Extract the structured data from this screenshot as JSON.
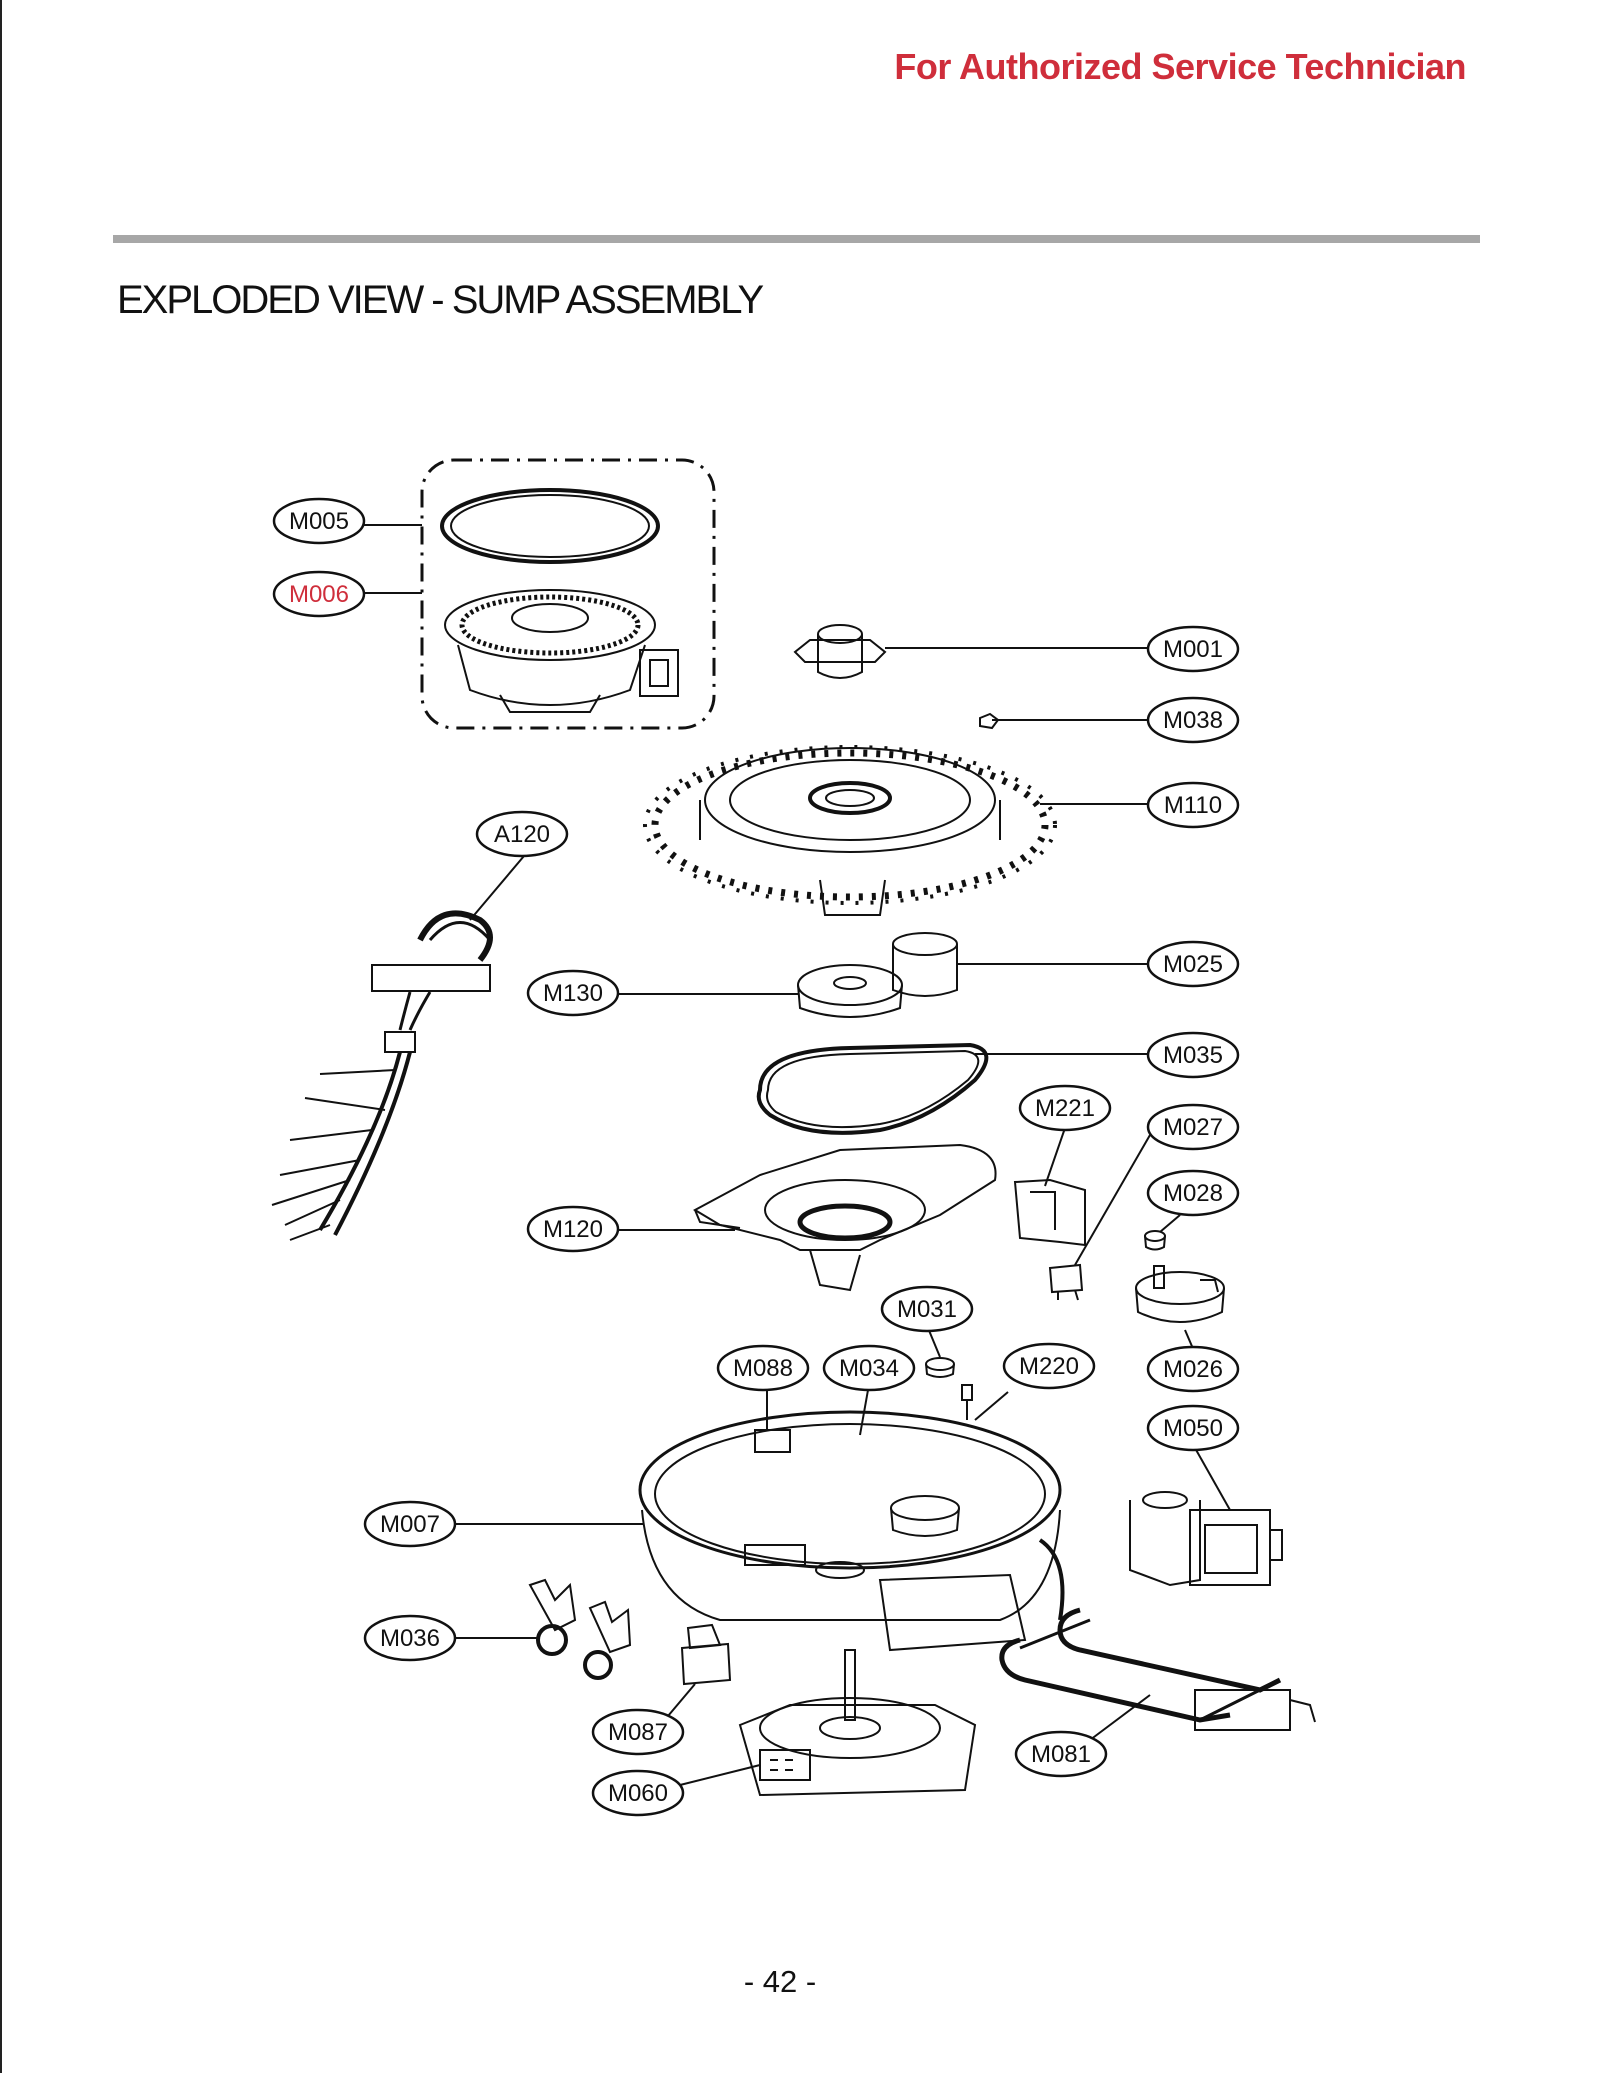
{
  "header": {
    "title": "For Authorized Service Technician",
    "title_color": "#cf2e3b"
  },
  "section": {
    "title": "EXPLODED VIEW - SUMP ASSEMBLY"
  },
  "highlight_color": "#cf2e3b",
  "callouts": [
    {
      "id": "M005",
      "label": "M005",
      "highlight": false
    },
    {
      "id": "M006",
      "label": "M006",
      "highlight": true
    },
    {
      "id": "M001",
      "label": "M001",
      "highlight": false
    },
    {
      "id": "M038",
      "label": "M038",
      "highlight": false
    },
    {
      "id": "M110",
      "label": "M110",
      "highlight": false
    },
    {
      "id": "A120",
      "label": "A120",
      "highlight": false
    },
    {
      "id": "M025",
      "label": "M025",
      "highlight": false
    },
    {
      "id": "M130",
      "label": "M130",
      "highlight": false
    },
    {
      "id": "M035",
      "label": "M035",
      "highlight": false
    },
    {
      "id": "M221",
      "label": "M221",
      "highlight": false
    },
    {
      "id": "M027",
      "label": "M027",
      "highlight": false
    },
    {
      "id": "M028",
      "label": "M028",
      "highlight": false
    },
    {
      "id": "M120",
      "label": "M120",
      "highlight": false
    },
    {
      "id": "M031",
      "label": "M031",
      "highlight": false
    },
    {
      "id": "M088",
      "label": "M088",
      "highlight": false
    },
    {
      "id": "M034",
      "label": "M034",
      "highlight": false
    },
    {
      "id": "M220",
      "label": "M220",
      "highlight": false
    },
    {
      "id": "M026",
      "label": "M026",
      "highlight": false
    },
    {
      "id": "M050",
      "label": "M050",
      "highlight": false
    },
    {
      "id": "M007",
      "label": "M007",
      "highlight": false
    },
    {
      "id": "M036",
      "label": "M036",
      "highlight": false
    },
    {
      "id": "M087",
      "label": "M087",
      "highlight": false
    },
    {
      "id": "M081",
      "label": "M081",
      "highlight": false
    },
    {
      "id": "M060",
      "label": "M060",
      "highlight": false
    }
  ],
  "page_number": "- 42 -"
}
